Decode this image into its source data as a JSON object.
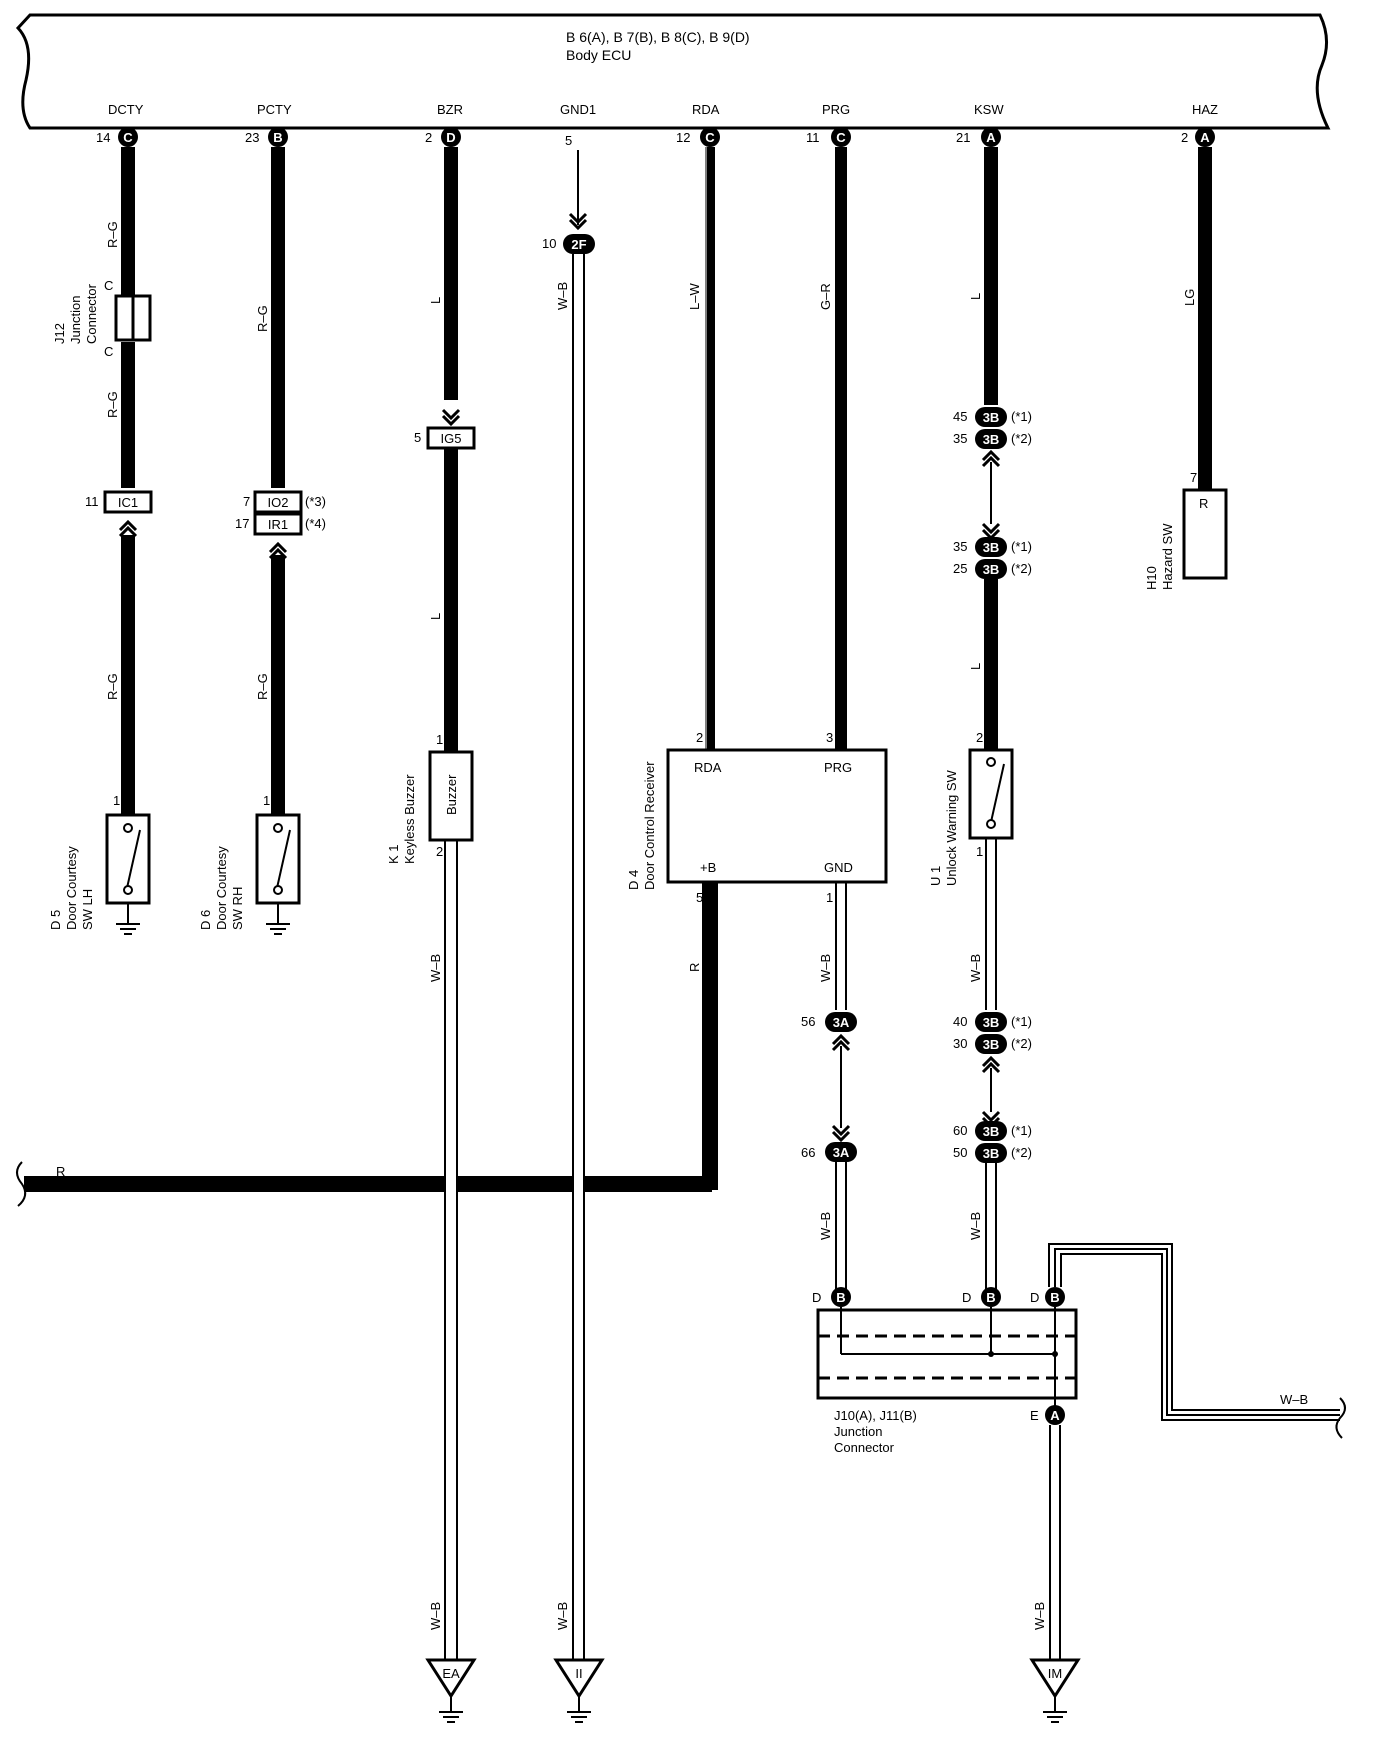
{
  "ecu": {
    "connectors": "B 6(A), B 7(B), B 8(C), B 9(D)",
    "name": "Body ECU",
    "terminals": [
      {
        "label": "DCTY",
        "pin": "14",
        "conn": "C"
      },
      {
        "label": "PCTY",
        "pin": "23",
        "conn": "B"
      },
      {
        "label": "BZR",
        "pin": "2",
        "conn": "D"
      },
      {
        "label": "GND1",
        "pin": "5",
        "conn": ""
      },
      {
        "label": "RDA",
        "pin": "12",
        "conn": "C"
      },
      {
        "label": "PRG",
        "pin": "11",
        "conn": "C"
      },
      {
        "label": "KSW",
        "pin": "21",
        "conn": "A"
      },
      {
        "label": "HAZ",
        "pin": "2",
        "conn": "A"
      }
    ]
  },
  "wire_colors": {
    "dcty_upper": "R–G",
    "dcty_mid": "R–G",
    "dcty_lower": "R–G",
    "pcty_upper": "R–G",
    "pcty_lower": "R–G",
    "bzr_upper": "L",
    "bzr_mid": "L",
    "bzr_lower": "W–B",
    "bzr_ground": "W–B",
    "gnd1": "W–B",
    "gnd1_ground": "W–B",
    "rda": "L–W",
    "prg": "G–R",
    "ksw_upper": "L",
    "ksw_mid": "L",
    "haz": "LG",
    "plus_b": "R",
    "prg_gnd": "W–B",
    "prg_gnd2": "W–B",
    "unlock_gnd": "W–B",
    "unlock_gnd2": "W–B",
    "jc_out": "W–B",
    "jc_ground": "W–B",
    "left_bus": "R"
  },
  "junction_connector_j12": {
    "code": "J12",
    "name_line1": "Junction",
    "name_line2": "Connector",
    "pin_top": "C",
    "pin_bottom": "C"
  },
  "inline_connectors": {
    "ic1": {
      "pin": "11",
      "id": "IC1"
    },
    "io2": {
      "pin": "7",
      "id": "IO2",
      "note": "(*3)"
    },
    "ir1": {
      "pin": "17",
      "id": "IR1",
      "note": "(*4)"
    },
    "ig5": {
      "pin": "5",
      "id": "IG5"
    },
    "f2": {
      "pin": "10",
      "id": "2F"
    },
    "ksw_a1": {
      "pin": "45",
      "id": "3B",
      "note": "(*1)"
    },
    "ksw_a2": {
      "pin": "35",
      "id": "3B",
      "note": "(*2)"
    },
    "ksw_b1": {
      "pin": "35",
      "id": "3B",
      "note": "(*1)"
    },
    "ksw_b2": {
      "pin": "25",
      "id": "3B",
      "note": "(*2)"
    },
    "gnd_a": {
      "pin": "56",
      "id": "3A"
    },
    "gnd_b": {
      "pin": "66",
      "id": "3A"
    },
    "ugnd_a1": {
      "pin": "40",
      "id": "3B",
      "note": "(*1)"
    },
    "ugnd_a2": {
      "pin": "30",
      "id": "3B",
      "note": "(*2)"
    },
    "ugnd_b1": {
      "pin": "60",
      "id": "3B",
      "note": "(*1)"
    },
    "ugnd_b2": {
      "pin": "50",
      "id": "3B",
      "note": "(*2)"
    }
  },
  "components": {
    "d5": {
      "pin": "1",
      "code": "D 5",
      "line1": "Door Courtesy",
      "line2": "SW LH"
    },
    "d6": {
      "pin": "1",
      "code": "D 6",
      "line1": "Door Courtesy",
      "line2": "SW RH"
    },
    "k1": {
      "pin_top": "1",
      "pin_bottom": "2",
      "code": "K 1",
      "name": "Keyless Buzzer",
      "inner": "Buzzer"
    },
    "d4": {
      "pin_rda": "2",
      "pin_prg": "3",
      "pin_b": "5",
      "pin_gnd": "1",
      "code": "D 4",
      "name": "Door Control Receiver",
      "rda": "RDA",
      "prg": "PRG",
      "plus_b": "+B",
      "gnd": "GND"
    },
    "u1": {
      "pin_top": "2",
      "pin_bottom": "1",
      "code": "U 1",
      "name": "Unlock Warning SW"
    },
    "h10": {
      "pin": "7",
      "code": "H10",
      "name": "Hazard SW",
      "inner": "R"
    },
    "j10": {
      "line1": "J10(A), J11(B)",
      "line2": "Junction",
      "line3": "Connector",
      "pins": [
        {
          "side": "D",
          "conn": "B"
        },
        {
          "side": "D",
          "conn": "B"
        },
        {
          "side": "D",
          "conn": "B"
        },
        {
          "side": "E",
          "conn": "A"
        }
      ]
    }
  },
  "grounds": {
    "ea": "EA",
    "ii": "II",
    "im": "IM"
  }
}
